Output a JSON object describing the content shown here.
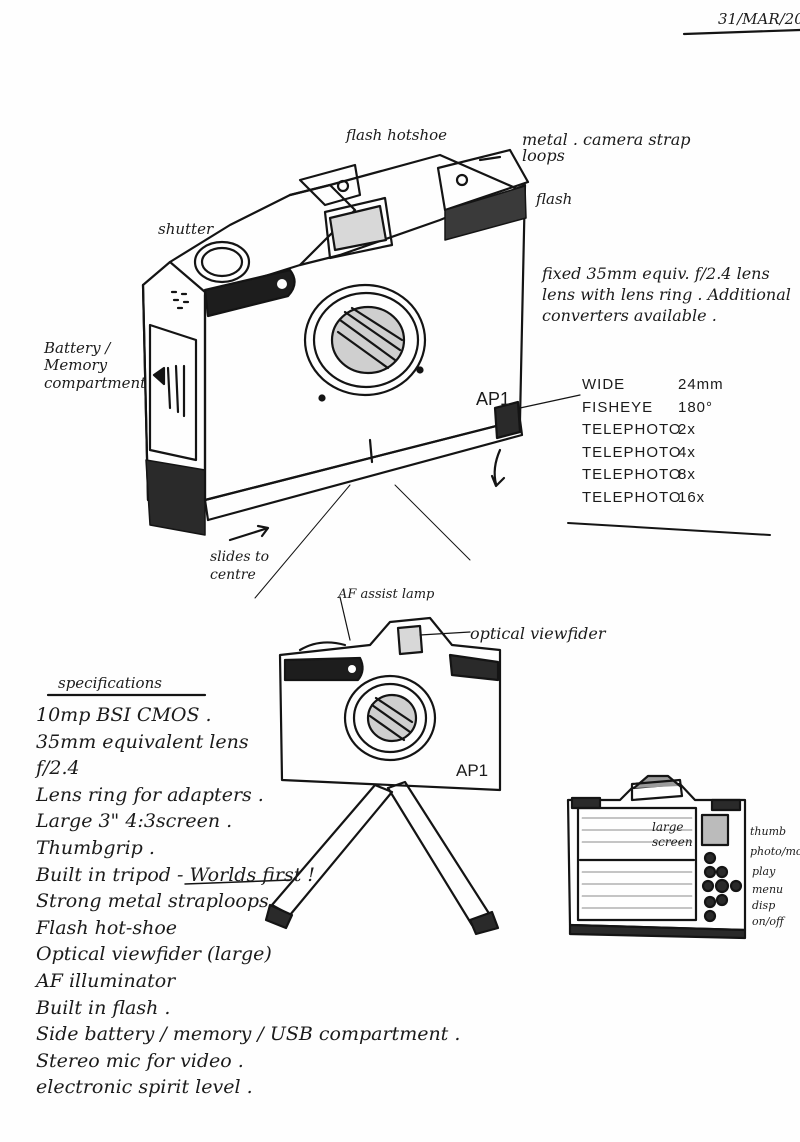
{
  "date": "31/MAR/20",
  "main_sketch": {
    "labels": {
      "flash_hotshoe": "flash hotshoe",
      "strap_loops": "metal . camera strap loops",
      "flash": "flash",
      "shutter": "shutter",
      "battery": "Battery / Memory compartment",
      "lens_note": "fixed 35mm equiv. f/2.4 lens lens with lens ring . Additional converters available .",
      "model": "AP1",
      "slides": "slides to centre"
    },
    "converters": [
      {
        "name": "WIDE",
        "value": "24mm"
      },
      {
        "name": "FISHEYE",
        "value": "180°"
      },
      {
        "name": "TELEPHOTO",
        "value": "2x"
      },
      {
        "name": "TELEPHOTO",
        "value": "4x"
      },
      {
        "name": "TELEPHOTO",
        "value": "8x"
      },
      {
        "name": "TELEPHOTO",
        "value": "16x"
      }
    ]
  },
  "front_sketch": {
    "af_label": "AF assist lamp",
    "viewfinder_label": "optical viewfider",
    "model": "AP1"
  },
  "specifications": {
    "heading": "specifications",
    "items": [
      "10mp BSI CMOS .",
      "35mm equivalent lens",
      "f/2.4",
      "Lens ring for adapters .",
      "Large 3\" 4:3screen .",
      "Thumbgrip .",
      "Built in tripod - Worlds first !",
      "Strong metal straploops",
      "Flash hot-shoe",
      "Optical viewfider (large)",
      "AF illuminator",
      "Built in flash .",
      "Side battery / memory / USB compartment .",
      "Stereo mic for video .",
      "electronic spirit level ."
    ]
  },
  "back_sketch": {
    "screen_label": "large screen",
    "button_labels": [
      "thumb",
      "photo/mo",
      "play",
      "menu",
      "disp",
      "on/off"
    ]
  }
}
